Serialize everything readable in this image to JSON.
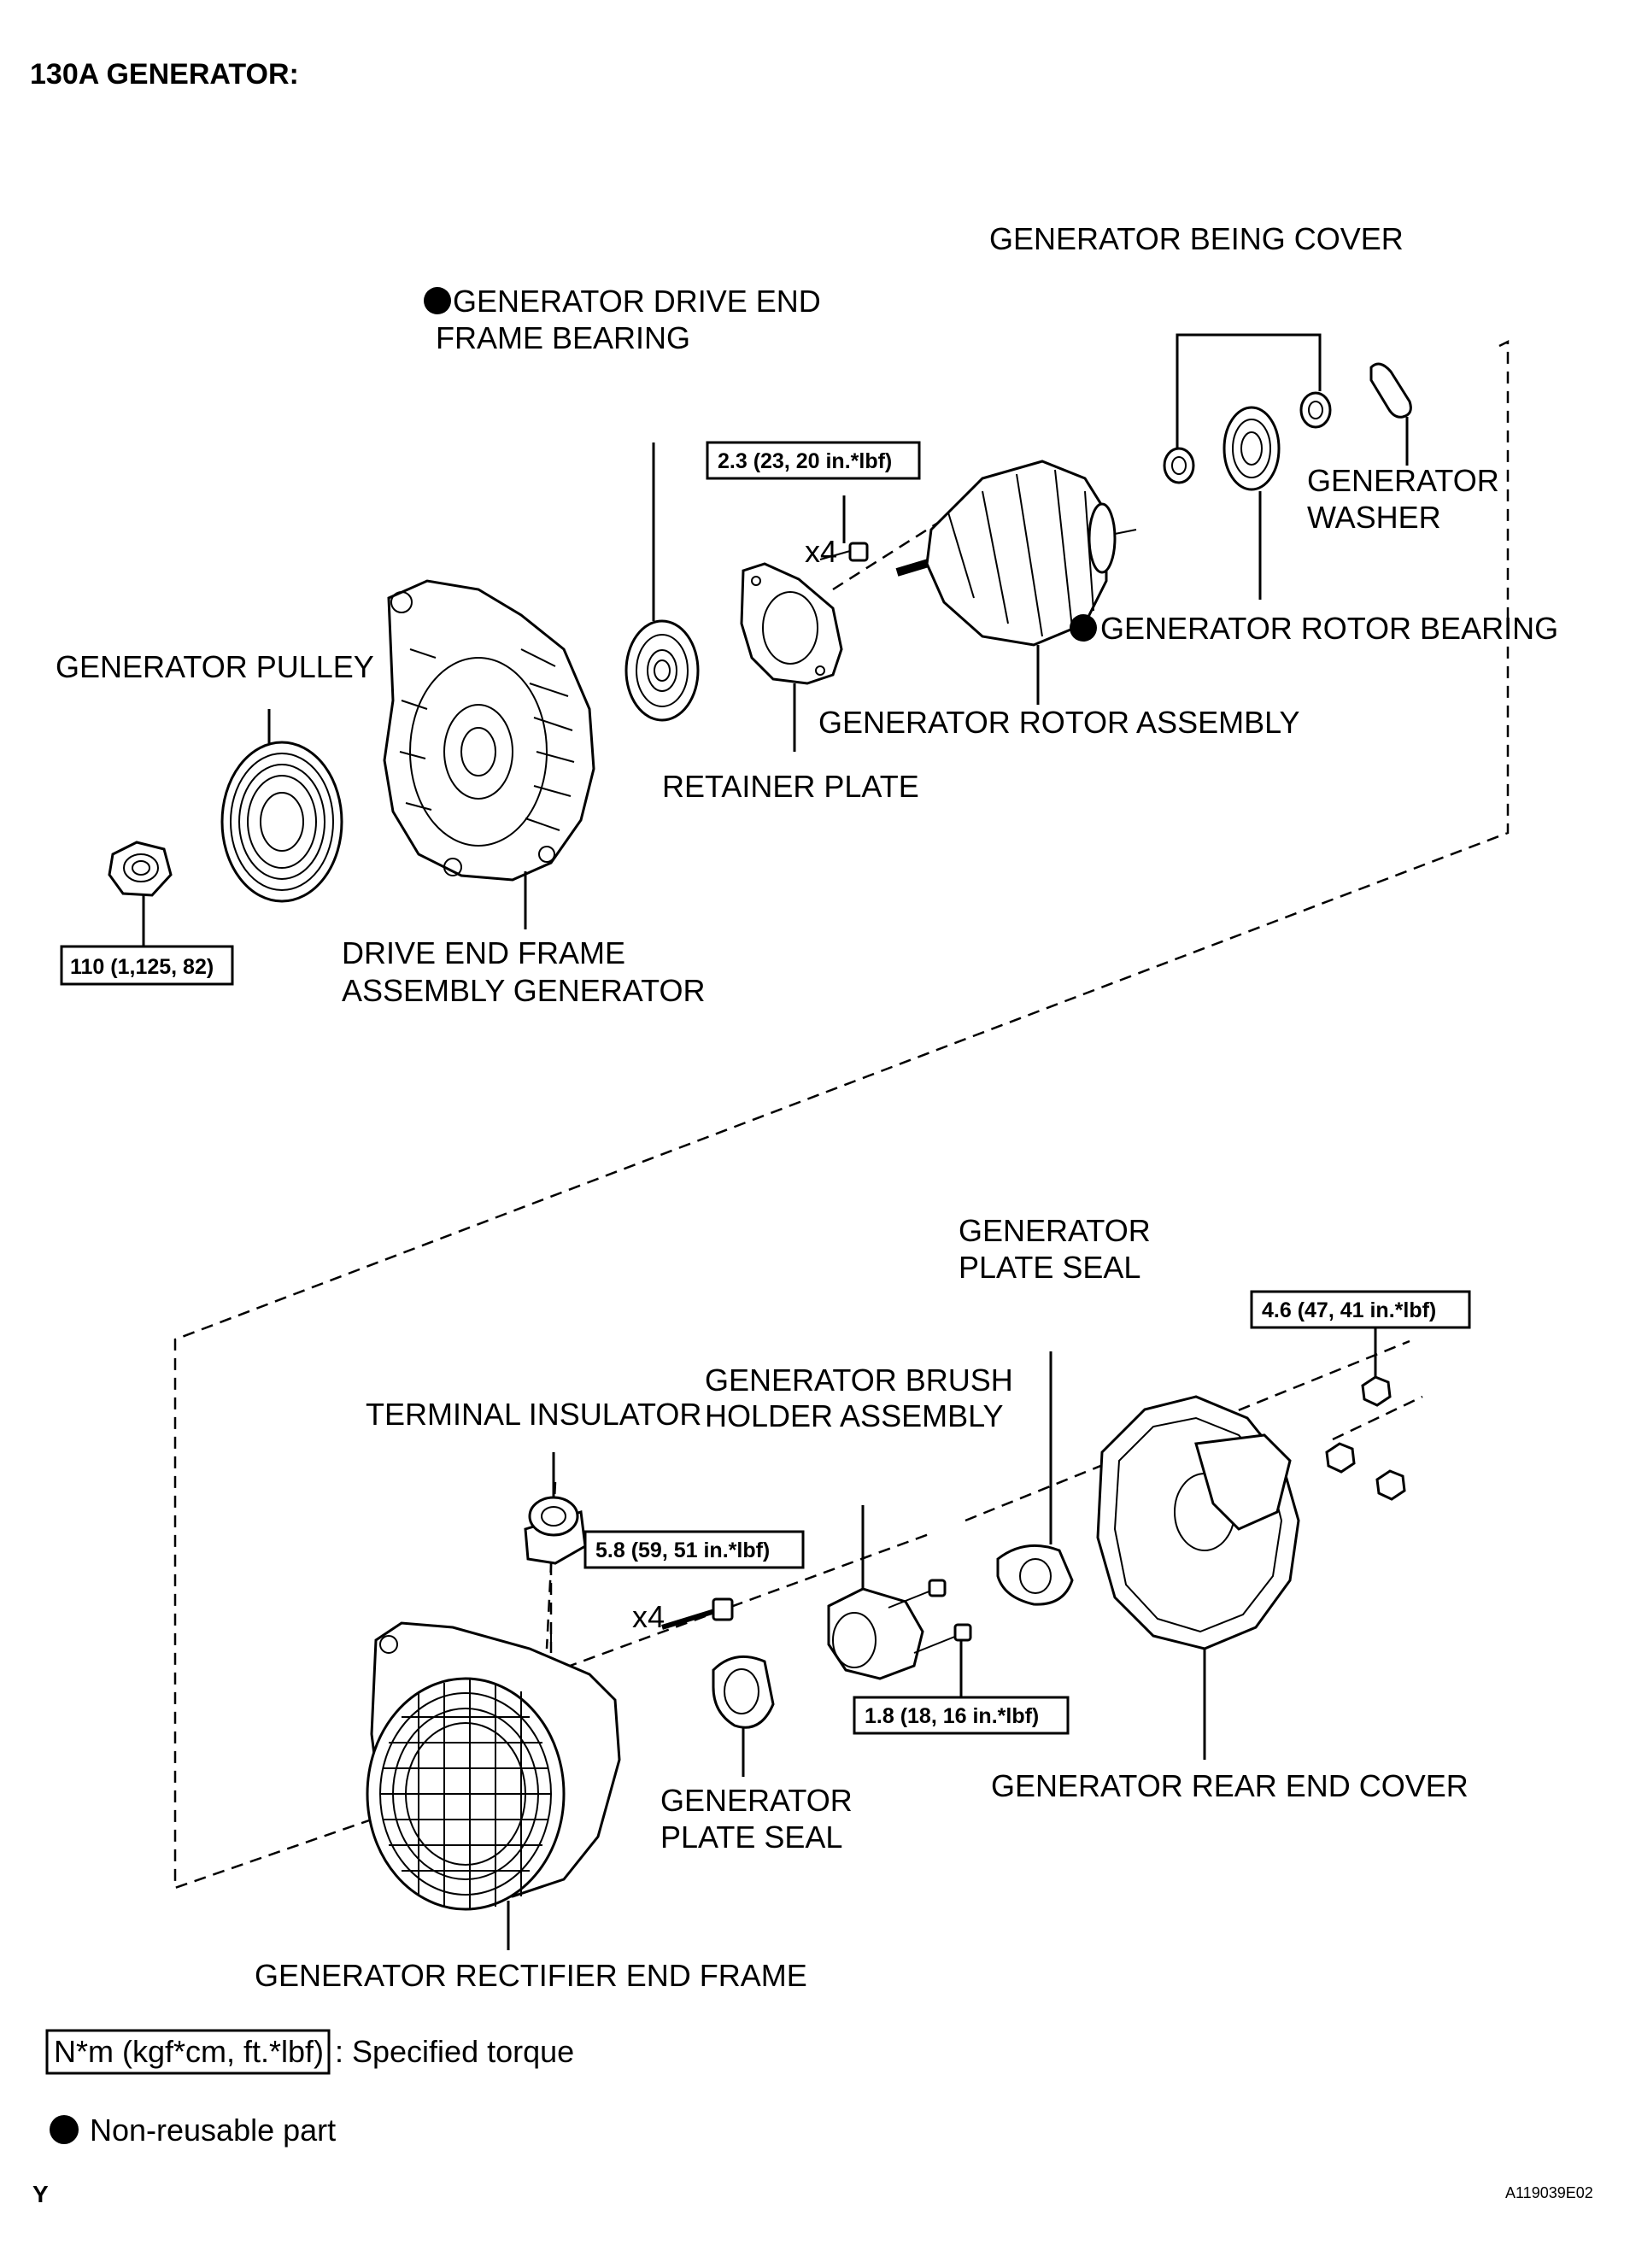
{
  "title": "130A GENERATOR:",
  "labels": {
    "generator_being_cover": "GENERATOR BEING COVER",
    "drive_end_frame_bearing_l1": "GENERATOR DRIVE END",
    "drive_end_frame_bearing_l2": "FRAME BEARING",
    "generator_washer_l1": "GENERATOR",
    "generator_washer_l2": "WASHER",
    "generator_rotor_bearing": "GENERATOR ROTOR BEARING",
    "generator_pulley": "GENERATOR PULLEY",
    "generator_rotor_assembly": "GENERATOR ROTOR ASSEMBLY",
    "retainer_plate": "RETAINER PLATE",
    "drive_end_frame_assembly_l1": "DRIVE END FRAME",
    "drive_end_frame_assembly_l2": "ASSEMBLY GENERATOR",
    "plate_seal_top_l1": "GENERATOR",
    "plate_seal_top_l2": "PLATE SEAL",
    "brush_holder_l1": "GENERATOR BRUSH",
    "brush_holder_l2": "HOLDER ASSEMBLY",
    "terminal_insulator": "TERMINAL INSULATOR",
    "plate_seal_bottom_l1": "GENERATOR",
    "plate_seal_bottom_l2": "PLATE SEAL",
    "rear_end_cover": "GENERATOR REAR END COVER",
    "rectifier_end_frame": "GENERATOR RECTIFIER END FRAME",
    "qty_rotor_bolts": "x4",
    "qty_frame_bolts": "x4"
  },
  "torques": {
    "retainer_screw": "2.3 (23, 20 in.*lbf)",
    "pulley_nut": "110 (1,125, 82)",
    "rear_cover_nut": "4.6 (47, 41 in.*lbf)",
    "through_bolt": "5.8 (59, 51 in.*lbf)",
    "brush_holder_screw": "1.8 (18, 16 in.*lbf)"
  },
  "legend": {
    "torque_box": "N*m (kgf*cm, ft.*lbf)",
    "torque_desc": ": Specified torque",
    "nonreusable_desc": "Non-reusable part"
  },
  "footer": {
    "left_mark": "Y",
    "figure_id": "A119039E02"
  }
}
